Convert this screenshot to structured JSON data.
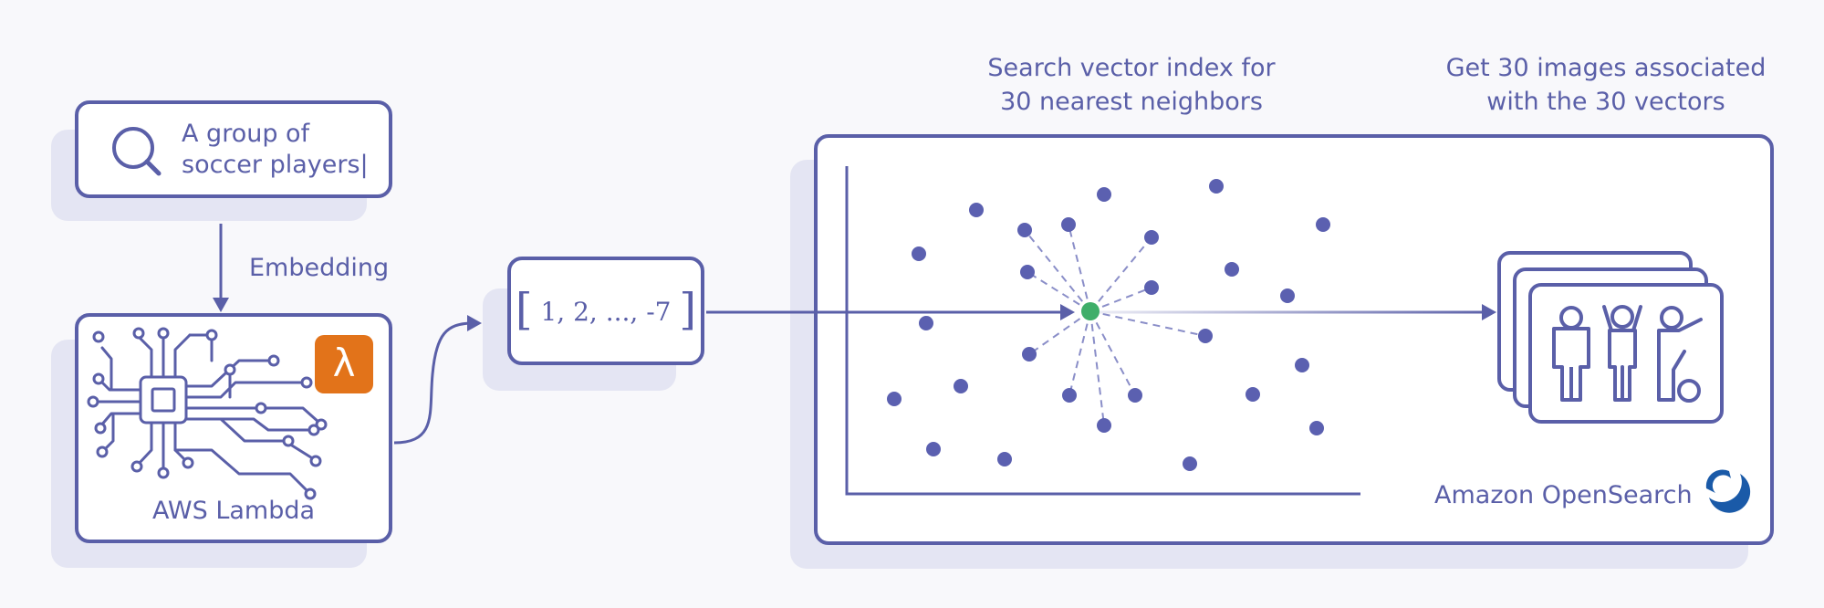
{
  "search": {
    "query_line1": "A group of",
    "query_line2": "soccer players",
    "cursor": "|"
  },
  "embedding_label": "Embedding",
  "lambda": {
    "caption": "AWS Lambda",
    "logo_symbol": "λ",
    "logo_color": "#e2731a"
  },
  "vector": {
    "bracket_left": "[",
    "text": "1, 2, ..., -7",
    "bracket_right": "]"
  },
  "step_search": {
    "line1": "Search vector index for",
    "line2": "30 nearest neighbors"
  },
  "step_images": {
    "line1": "Get 30 images associated",
    "line2": "with the 30 vectors"
  },
  "opensearch": {
    "caption": "Amazon OpenSearch"
  },
  "colors": {
    "stroke": "#5a5fa8",
    "dot": "#5b60b0",
    "query_dot": "#3fae6a",
    "shadow": "#e4e5f3",
    "background": "#f8f8fb"
  }
}
